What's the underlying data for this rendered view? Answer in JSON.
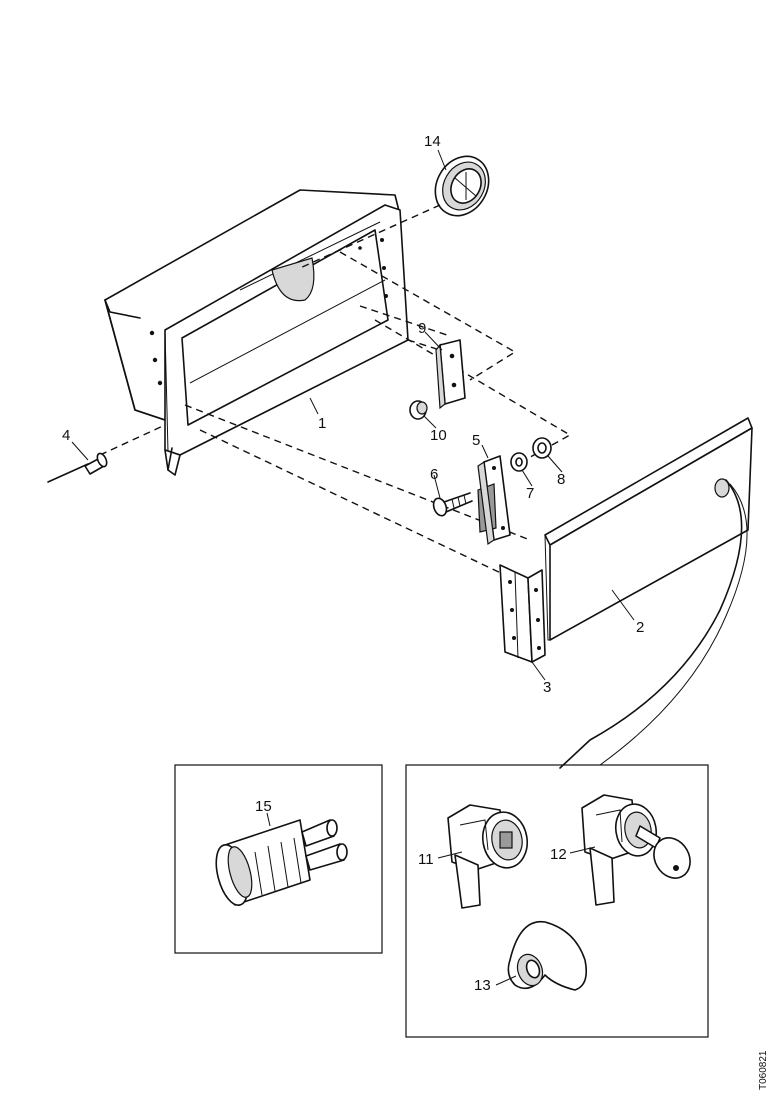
{
  "callouts": {
    "c1": "1",
    "c2": "2",
    "c3": "3",
    "c4": "4",
    "c5": "5",
    "c6": "6",
    "c7": "7",
    "c8": "8",
    "c9": "9",
    "c10": "10",
    "c11": "11",
    "c12": "12",
    "c13": "13",
    "c14": "14",
    "c15": "15"
  },
  "reference_code": "T060821"
}
